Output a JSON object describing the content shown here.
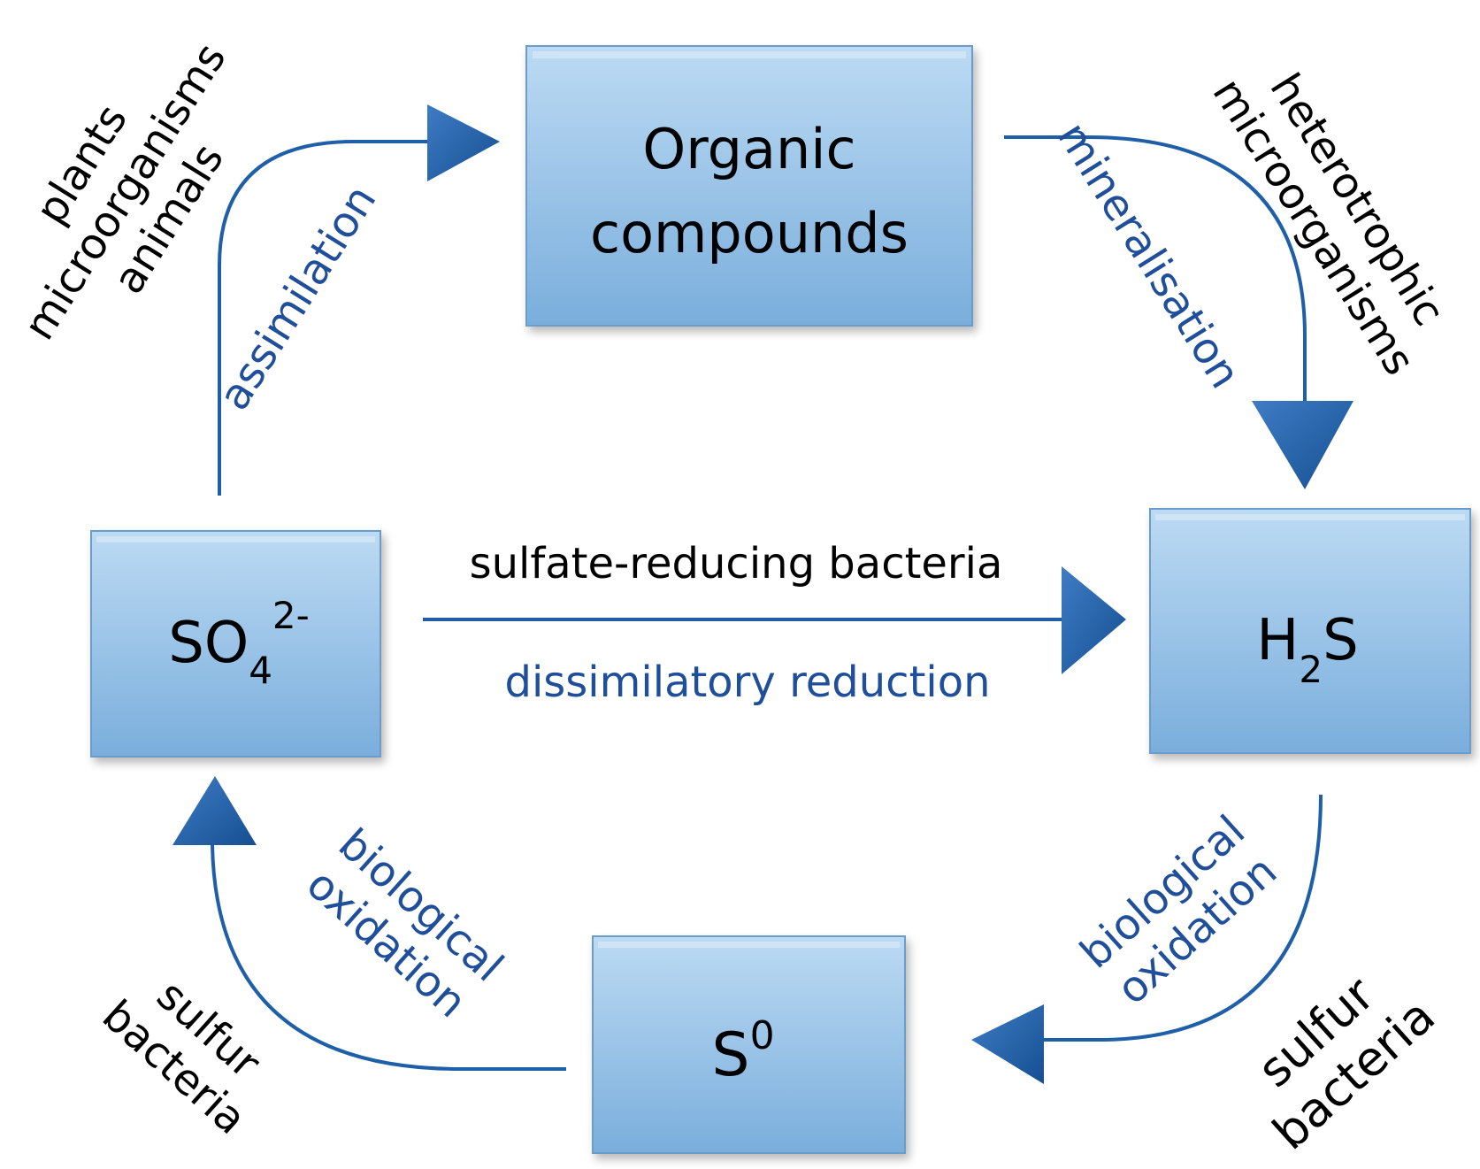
{
  "nodes": {
    "organic": {
      "line1": "Organic",
      "line2": "compounds"
    },
    "sulfate": {
      "base": "SO",
      "sub": "4",
      "sup": "2-"
    },
    "h2s": {
      "base_h": "H",
      "sub": "2",
      "base_s": "S"
    },
    "s0": {
      "base": "S",
      "sup": "0"
    }
  },
  "processes": {
    "assimilation": "assimilation",
    "mineralisation": "mineralisation",
    "dissimilatory": "dissimilatory reduction",
    "bio_oxidation_right": {
      "line1": "biological",
      "line2": "oxidation"
    },
    "bio_oxidation_left": {
      "line1": "biological",
      "line2": "oxidation"
    }
  },
  "organisms": {
    "assimilators": {
      "line1": "plants",
      "line2": "microorganisms",
      "line3": "animals"
    },
    "heterotrophs": {
      "line1": "heterotrophic",
      "line2": "microorganisms"
    },
    "srb": "sulfate-reducing bacteria",
    "sulfur_bacteria_right": {
      "line1": "sulfur",
      "line2": "bacteria"
    },
    "sulfur_bacteria_left": {
      "line1": "sulfur",
      "line2": "bacteria"
    }
  },
  "colors": {
    "box_fill_top": "#B9D8F2",
    "box_fill_bottom": "#79ADDC",
    "box_border": "#6C9CC9",
    "arrow": "#1F5FA8",
    "process_text": "#1F4E9A",
    "organism_text": "#000000"
  }
}
